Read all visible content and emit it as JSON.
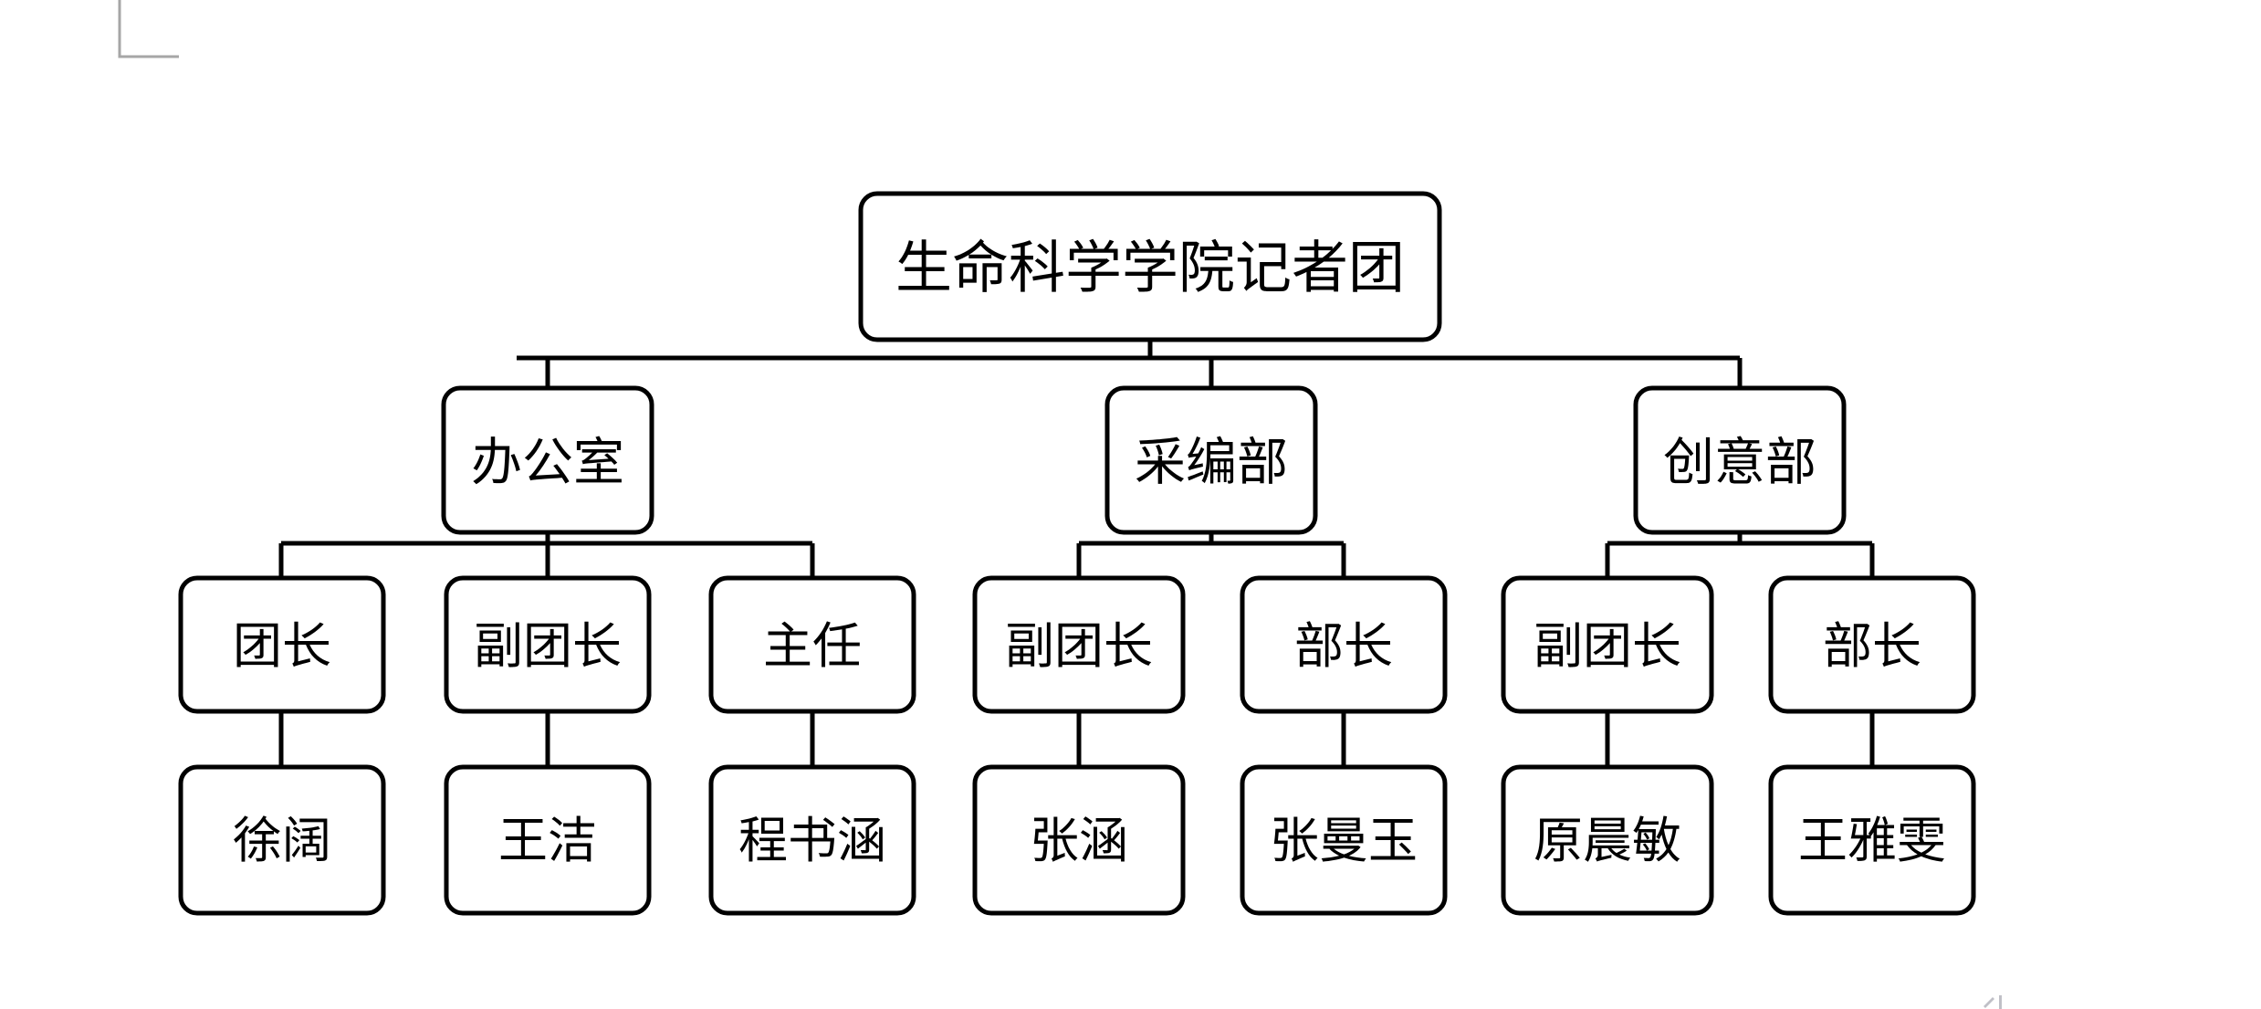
{
  "document": {
    "background_color": "#ffffff",
    "line_color": "#000000",
    "text_color": "#000000",
    "margin_guide_color": "#a6a6a6"
  },
  "chart_data": {
    "type": "diagram",
    "subtype": "organization-chart",
    "title": "生命科学学院记者团",
    "orientation": "top-down",
    "levels": 4,
    "root": {
      "label": "生命科学学院记者团",
      "children": [
        {
          "label": "办公室",
          "children": [
            {
              "label": "团长",
              "children": [
                {
                  "label": "徐阔"
                }
              ]
            },
            {
              "label": "副团长",
              "children": [
                {
                  "label": "王洁"
                }
              ]
            },
            {
              "label": "主任",
              "children": [
                {
                  "label": "程书涵"
                }
              ]
            }
          ]
        },
        {
          "label": "采编部",
          "children": [
            {
              "label": "副团长",
              "children": [
                {
                  "label": "张涵"
                }
              ]
            },
            {
              "label": "部长",
              "children": [
                {
                  "label": "张曼玉"
                }
              ]
            }
          ]
        },
        {
          "label": "创意部",
          "children": [
            {
              "label": "副团长",
              "children": [
                {
                  "label": "原晨敏"
                }
              ]
            },
            {
              "label": "部长",
              "children": [
                {
                  "label": "王雅雯"
                }
              ]
            }
          ]
        }
      ]
    }
  },
  "nodes": {
    "root": {
      "label": "生命科学学院记者团"
    },
    "dept_office": {
      "label": "办公室"
    },
    "dept_editorial": {
      "label": "采编部"
    },
    "dept_creative": {
      "label": "创意部"
    },
    "role_office_1": {
      "label": "团长"
    },
    "role_office_2": {
      "label": "副团长"
    },
    "role_office_3": {
      "label": "主任"
    },
    "role_editorial_1": {
      "label": "副团长"
    },
    "role_editorial_2": {
      "label": "部长"
    },
    "role_creative_1": {
      "label": "副团长"
    },
    "role_creative_2": {
      "label": "部长"
    },
    "person_office_1": {
      "label": "徐阔"
    },
    "person_office_2": {
      "label": "王洁"
    },
    "person_office_3": {
      "label": "程书涵"
    },
    "person_editorial_1": {
      "label": "张涵"
    },
    "person_editorial_2": {
      "label": "张曼玉"
    },
    "person_creative_1": {
      "label": "原晨敏"
    },
    "person_creative_2": {
      "label": "王雅雯"
    }
  }
}
